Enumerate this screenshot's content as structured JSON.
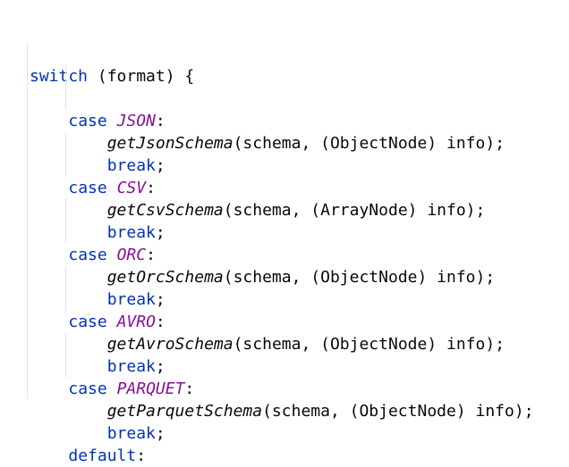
{
  "code": {
    "switch_kw": "switch",
    "switch_rest": " (format) {",
    "cases": [
      {
        "kw": "case",
        "value": "JSON",
        "method": "getJsonSchema",
        "args": "(schema, (ObjectNode) info);",
        "break": "break"
      },
      {
        "kw": "case",
        "value": "CSV",
        "method": "getCsvSchema",
        "args": "(schema, (ArrayNode) info);",
        "break": "break"
      },
      {
        "kw": "case",
        "value": "ORC",
        "method": "getOrcSchema",
        "args": "(schema, (ObjectNode) info);",
        "break": "break"
      },
      {
        "kw": "case",
        "value": "AVRO",
        "method": "getAvroSchema",
        "args": "(schema, (ObjectNode) info);",
        "break": "break"
      },
      {
        "kw": "case",
        "value": "PARQUET",
        "method": "getParquetSchema",
        "args": "(schema, (ObjectNode) info);",
        "break": "break"
      }
    ],
    "default_kw": "default",
    "colon": ":",
    "semicolon": ";"
  },
  "colors": {
    "keyword": "#0033b3",
    "enum": "#871094",
    "text": "#080808"
  }
}
